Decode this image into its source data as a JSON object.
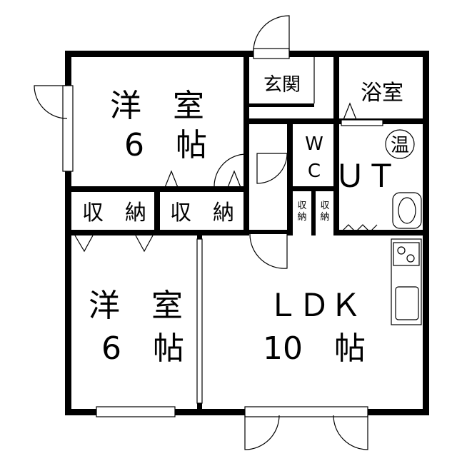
{
  "rooms": {
    "western_top": {
      "name": "洋　室",
      "size": "6　帖"
    },
    "storage_left": "収　納",
    "storage_mid": "収　納",
    "entrance": "玄関",
    "bathroom": "浴室",
    "water_heater": "温",
    "wc_w": "W",
    "wc_c": "C",
    "utility": "ＵＴ",
    "storage_small_1": [
      "収",
      "納"
    ],
    "storage_small_2": [
      "収",
      "納"
    ],
    "western_bottom": {
      "name": "洋　室",
      "size": "6　帖"
    },
    "ldk": {
      "name": "ＬＤＫ",
      "size": "10　帖"
    }
  }
}
